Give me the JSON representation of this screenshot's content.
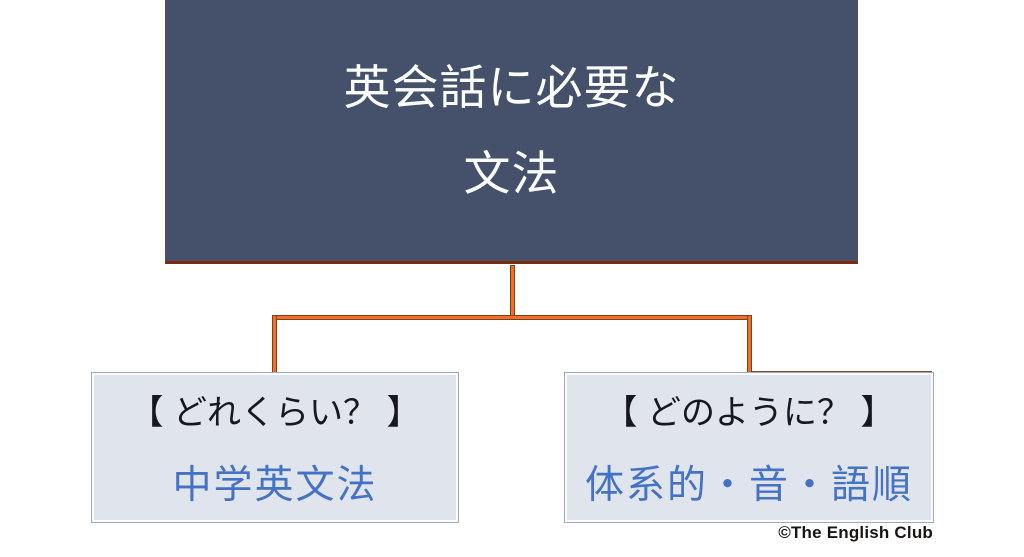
{
  "tree": {
    "root": {
      "line1": "英会話に必要な",
      "line2": "文法"
    },
    "children": [
      {
        "question": "【 どれくらい？ 】",
        "answer": "中学英文法"
      },
      {
        "question": "【 どのように？ 】",
        "answer": "体系的・音・語順"
      }
    ]
  },
  "watermark": {
    "text": "©The English Club"
  },
  "colors": {
    "root_fill": "#45516A",
    "root_text": "#FCFDFE",
    "leaf_fill": "#E0E4ED",
    "leaf_border": "#9DA9BD",
    "question_text": "#16181E",
    "answer_text": "#4472C4",
    "connector_core": "#E97132",
    "connector_edge": "#8A3C0E",
    "root_underline": "#7A2B0B",
    "background": "#FFFFFF"
  }
}
